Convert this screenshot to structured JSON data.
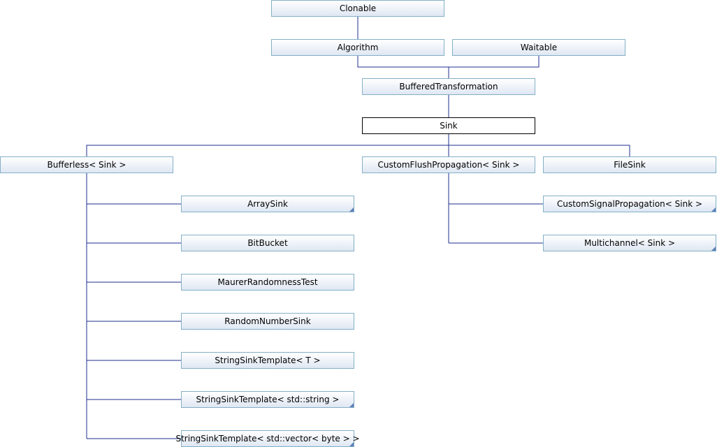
{
  "nodes": {
    "clonable": "Clonable",
    "algorithm": "Algorithm",
    "waitable": "Waitable",
    "buffered_transformation": "BufferedTransformation",
    "sink": "Sink",
    "bufferless_sink": "Bufferless< Sink >",
    "custom_flush_propagation_sink": "CustomFlushPropagation< Sink >",
    "file_sink": "FileSink",
    "array_sink": "ArraySink",
    "bit_bucket": "BitBucket",
    "maurer_randomness_test": "MaurerRandomnessTest",
    "random_number_sink": "RandomNumberSink",
    "string_sink_template_t": "StringSinkTemplate< T >",
    "string_sink_template_string": "StringSinkTemplate< std::string >",
    "string_sink_template_vector": "StringSinkTemplate< std::vector< byte > >",
    "custom_signal_propagation_sink": "CustomSignalPropagation< Sink >",
    "multichannel_sink": "Multichannel< Sink >"
  },
  "colors": {
    "edge": "#1f2f8f",
    "node_border": "#84b0c7",
    "current_border": "#000000"
  }
}
